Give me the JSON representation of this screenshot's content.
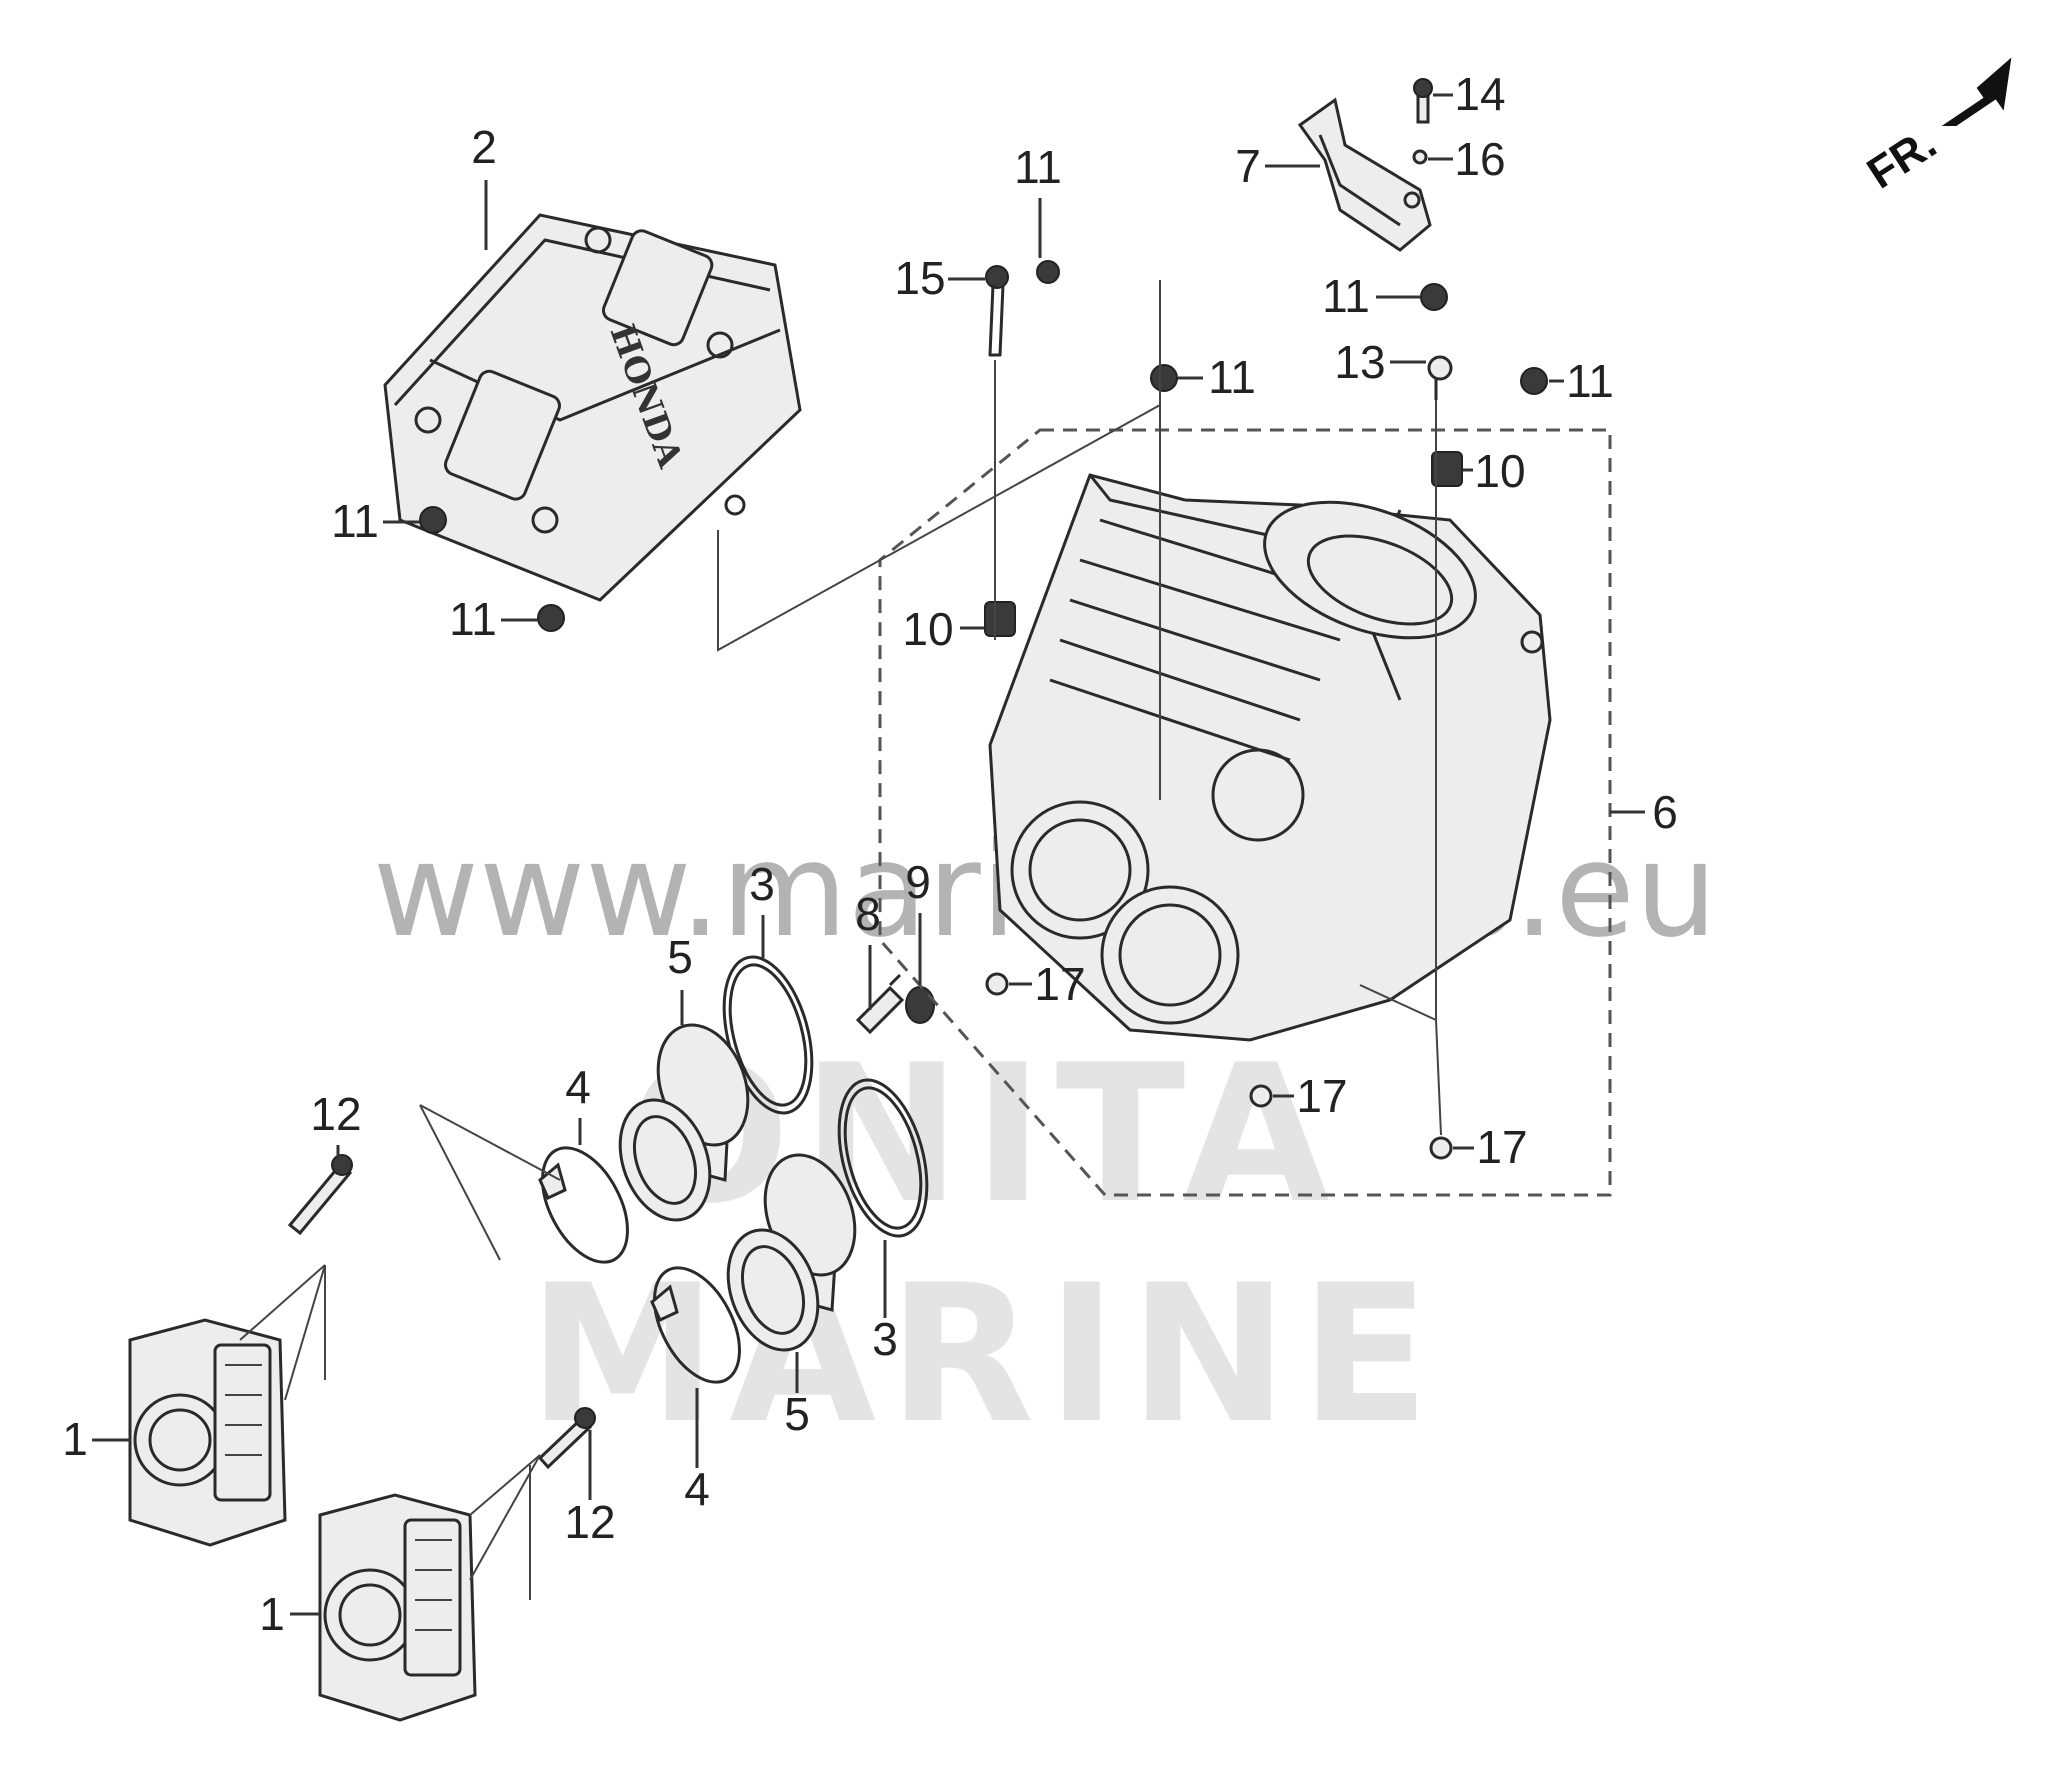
{
  "callouts": [
    {
      "id": "c2",
      "label": "2"
    },
    {
      "id": "c11a",
      "label": "11"
    },
    {
      "id": "c15",
      "label": "15"
    },
    {
      "id": "c14",
      "label": "14"
    },
    {
      "id": "c7",
      "label": "7"
    },
    {
      "id": "c16",
      "label": "16"
    },
    {
      "id": "c11b",
      "label": "11"
    },
    {
      "id": "c11c",
      "label": "11"
    },
    {
      "id": "c13",
      "label": "13"
    },
    {
      "id": "c11d",
      "label": "11"
    },
    {
      "id": "c10a",
      "label": "10"
    },
    {
      "id": "c11e",
      "label": "11"
    },
    {
      "id": "c11f",
      "label": "11"
    },
    {
      "id": "c10b",
      "label": "10"
    },
    {
      "id": "c6",
      "label": "6"
    },
    {
      "id": "c3a",
      "label": "3"
    },
    {
      "id": "c8",
      "label": "8"
    },
    {
      "id": "c9",
      "label": "9"
    },
    {
      "id": "c5a",
      "label": "5"
    },
    {
      "id": "c4a",
      "label": "4"
    },
    {
      "id": "c17a",
      "label": "17"
    },
    {
      "id": "c17b",
      "label": "17"
    },
    {
      "id": "c17c",
      "label": "17"
    },
    {
      "id": "c12a",
      "label": "12"
    },
    {
      "id": "c3b",
      "label": "3"
    },
    {
      "id": "c5b",
      "label": "5"
    },
    {
      "id": "c4b",
      "label": "4"
    },
    {
      "id": "c12b",
      "label": "12"
    },
    {
      "id": "c1a",
      "label": "1"
    },
    {
      "id": "c1b",
      "label": "1"
    }
  ],
  "orientation": {
    "label": "FR."
  },
  "watermark": {
    "url": "www.marineparts.eu",
    "logo_line1": "ONITA",
    "logo_line2": "MARINE"
  },
  "cover_logo": {
    "text": "HONDA"
  },
  "colors": {
    "line": "#2a2a2a",
    "watermark": "#9a9a9a"
  }
}
